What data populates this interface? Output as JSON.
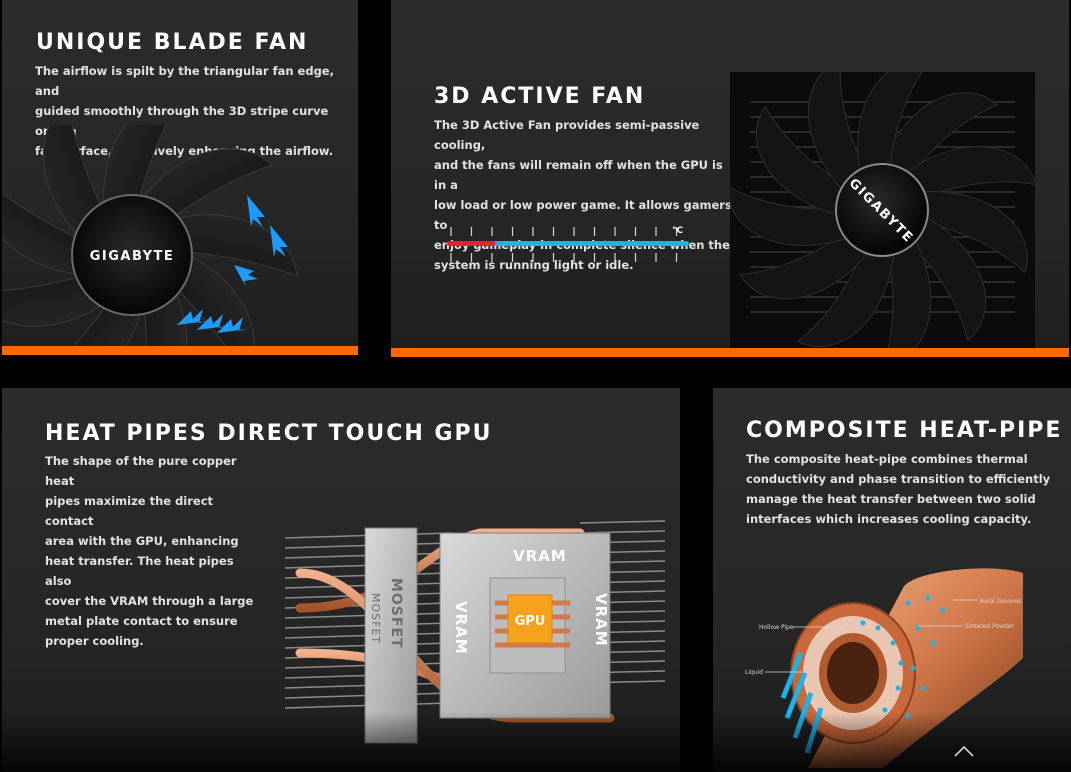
{
  "panels": {
    "blade": {
      "title": "UNIQUE BLADE FAN",
      "desc_lines": [
        "The airflow is spilt by the triangular fan edge, and",
        "guided smoothly through the 3D stripe curve on the",
        "fan surface, effectively enhancing the airflow."
      ],
      "hub_logo": "GIGABYTE"
    },
    "active": {
      "title": "3D ACTIVE FAN",
      "desc_lines": [
        "The 3D Active Fan provides semi-passive cooling,",
        "and the fans will remain off when the GPU is in a",
        "low load or low power game. It allows gamers to",
        "enjoy gameplay in complete silence when the",
        "system is running light or idle."
      ],
      "temp_unit": "°C",
      "hub_logo": "GIGABYTE",
      "gauge_hot_fraction": 0.2
    },
    "heatpipes": {
      "title": "HEAT PIPES DIRECT TOUCH GPU",
      "desc_lines": [
        "The shape of the pure copper heat",
        "pipes maximize the direct contact",
        "area with the GPU, enhancing",
        "heat transfer. The heat pipes also",
        "cover the VRAM through a large",
        "metal plate contact to ensure",
        "proper cooling."
      ],
      "labels": {
        "vram_top": "VRAM",
        "vram_left": "VRAM",
        "vram_right": "VRAM",
        "gpu": "GPU",
        "mosfet_a": "MOSFET",
        "mosfet_b": "MOSFET"
      }
    },
    "composite": {
      "title": "COMPOSITE HEAT-PIPE",
      "desc_lines": [
        "The composite heat-pipe combines thermal",
        "conductivity and phase transition to efficiently",
        "manage the heat transfer between two solid",
        "interfaces which increases cooling capacity."
      ],
      "callouts": {
        "axial": "Axial Grooves",
        "sintered": "Sintered Powder",
        "hollow": "Hollow Pipe",
        "liquid": "Liquid"
      }
    }
  },
  "colors": {
    "accent_orange": "#ff6a00",
    "gauge_red": "#e8202a",
    "gauge_blue": "#19b4ea",
    "arrow_blue": "#1e9bff",
    "gpu_orange": "#f6a21c",
    "copper": "#d2784a"
  },
  "icons": {
    "scroll_top": "chevron-up-icon"
  }
}
